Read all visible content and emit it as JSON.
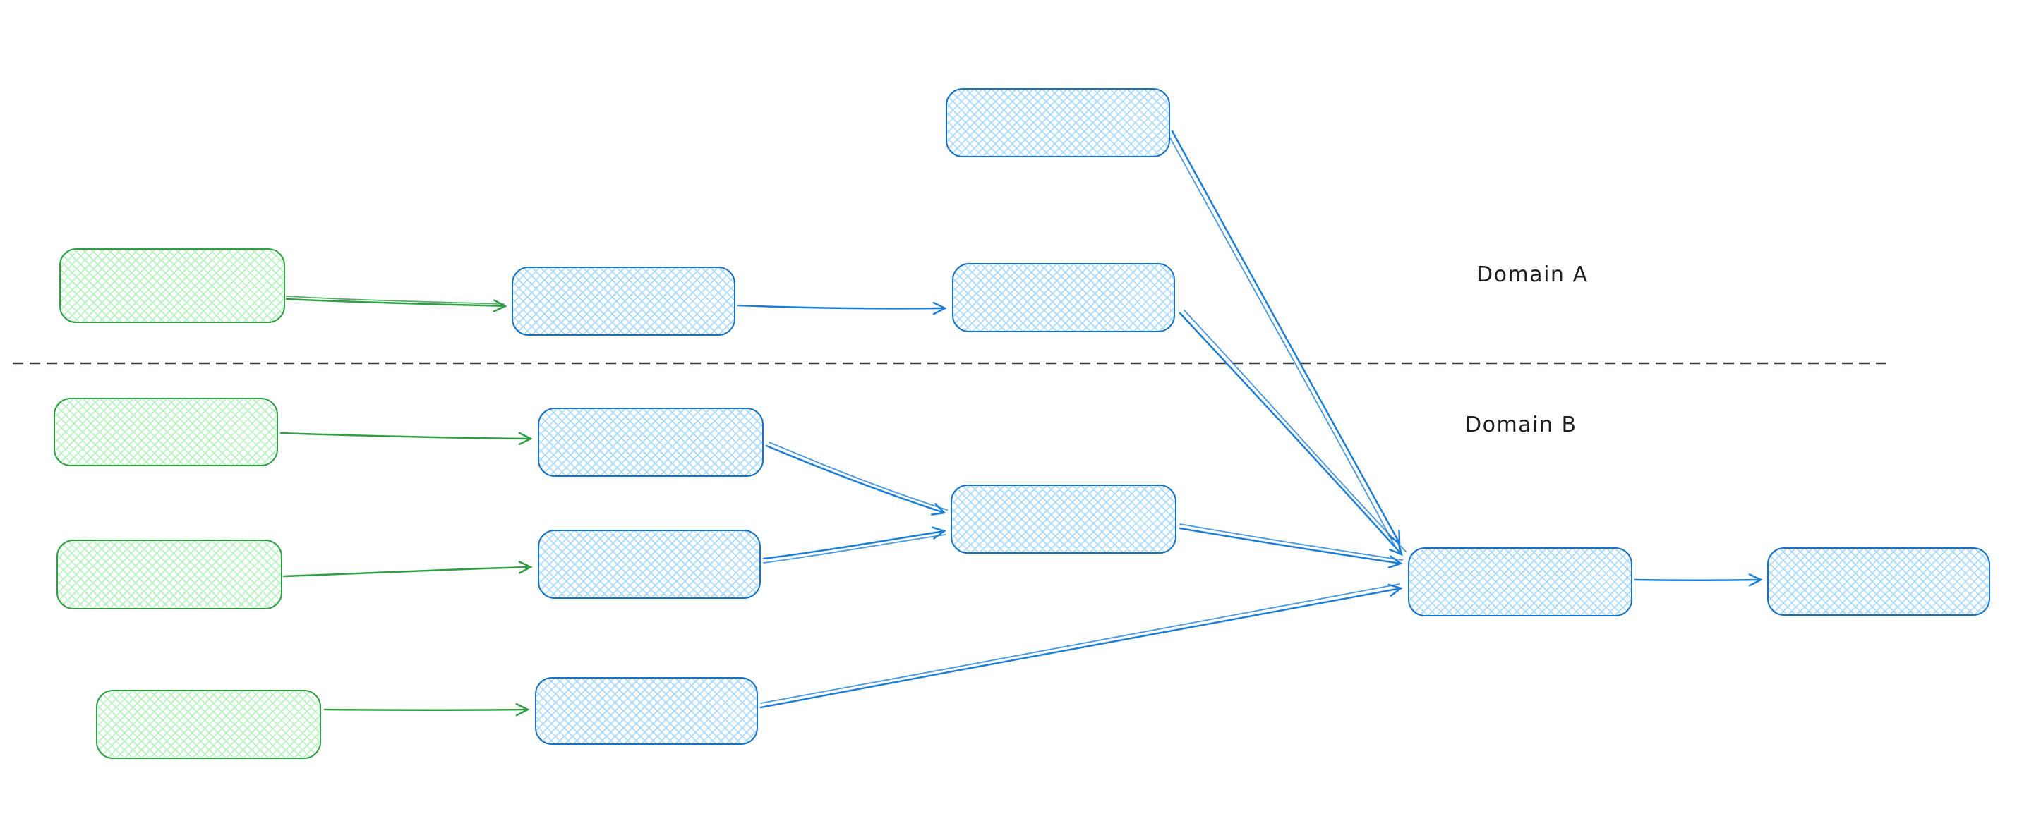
{
  "labels": {
    "domain_a": "Domain A",
    "domain_b": "Domain B"
  },
  "colors": {
    "background": "#ffffff",
    "green_stroke": "#2f9e44",
    "green_fill": "#b2f2bb",
    "blue_stroke": "#1971c2",
    "blue_fill": "#a5d8ff",
    "arrow_green": "#2f9e44",
    "arrow_blue": "#1c7ed6",
    "divider": "#343a40",
    "label_text": "#1e1e1e"
  },
  "nodes": [
    {
      "id": "blue-top",
      "color": "blue",
      "domain": "A",
      "text": ""
    },
    {
      "id": "green-a",
      "color": "green",
      "domain": "A",
      "text": ""
    },
    {
      "id": "blue-a1",
      "color": "blue",
      "domain": "A",
      "text": ""
    },
    {
      "id": "blue-a2",
      "color": "blue",
      "domain": "A",
      "text": ""
    },
    {
      "id": "green-b1",
      "color": "green",
      "domain": "B",
      "text": ""
    },
    {
      "id": "blue-b1",
      "color": "blue",
      "domain": "B",
      "text": ""
    },
    {
      "id": "green-b2",
      "color": "green",
      "domain": "B",
      "text": ""
    },
    {
      "id": "blue-b2",
      "color": "blue",
      "domain": "B",
      "text": ""
    },
    {
      "id": "blue-b-merge",
      "color": "blue",
      "domain": "B",
      "text": ""
    },
    {
      "id": "green-b3",
      "color": "green",
      "domain": "B",
      "text": ""
    },
    {
      "id": "blue-b3",
      "color": "blue",
      "domain": "B",
      "text": ""
    },
    {
      "id": "blue-converge",
      "color": "blue",
      "domain": "B",
      "text": ""
    },
    {
      "id": "blue-final",
      "color": "blue",
      "domain": "B",
      "text": ""
    }
  ],
  "edges": [
    {
      "from": "green-a",
      "to": "blue-a1",
      "color": "green"
    },
    {
      "from": "blue-a1",
      "to": "blue-a2",
      "color": "blue"
    },
    {
      "from": "blue-top",
      "to": "blue-converge",
      "color": "blue"
    },
    {
      "from": "blue-a2",
      "to": "blue-converge",
      "color": "blue"
    },
    {
      "from": "green-b1",
      "to": "blue-b1",
      "color": "green"
    },
    {
      "from": "green-b2",
      "to": "blue-b2",
      "color": "green"
    },
    {
      "from": "blue-b1",
      "to": "blue-b-merge",
      "color": "blue"
    },
    {
      "from": "blue-b2",
      "to": "blue-b-merge",
      "color": "blue"
    },
    {
      "from": "blue-b-merge",
      "to": "blue-converge",
      "color": "blue"
    },
    {
      "from": "green-b3",
      "to": "blue-b3",
      "color": "green"
    },
    {
      "from": "blue-b3",
      "to": "blue-converge",
      "color": "blue"
    },
    {
      "from": "blue-converge",
      "to": "blue-final",
      "color": "blue"
    }
  ]
}
